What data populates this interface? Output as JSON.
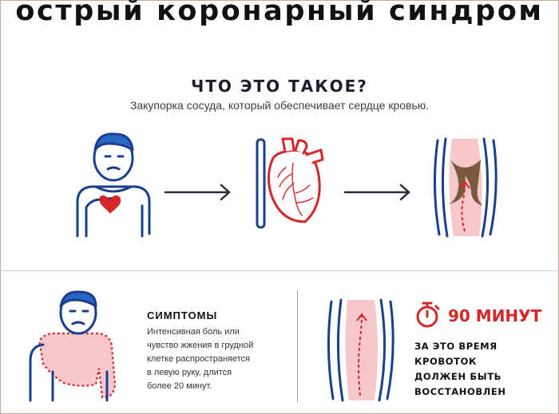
{
  "title": "острый коронарный синдром",
  "section": {
    "heading": "ЧТО ЭТО ТАКОЕ?",
    "description": "Закупорка сосуда, который обеспечивает сердце кровью."
  },
  "symptoms": {
    "heading": "СИМПТОМЫ",
    "lines": [
      "Интенсивная боль или",
      "чувство жжения в грудной",
      "клетке распространяется",
      "в левую руку, длится",
      "более 20 минут."
    ]
  },
  "timer": {
    "label": "90 МИНУТ",
    "lines": [
      "ЗА ЭТО ВРЕМЯ",
      "КРОВОТОК",
      "ДОЛЖЕН БЫТЬ",
      "ВОССТАНОВЛЕН"
    ]
  },
  "colors": {
    "navy": "#1b3f8f",
    "accent_red": "#d7262a",
    "pink": "#f6c7cb",
    "plaque": "#7a5a3c"
  }
}
